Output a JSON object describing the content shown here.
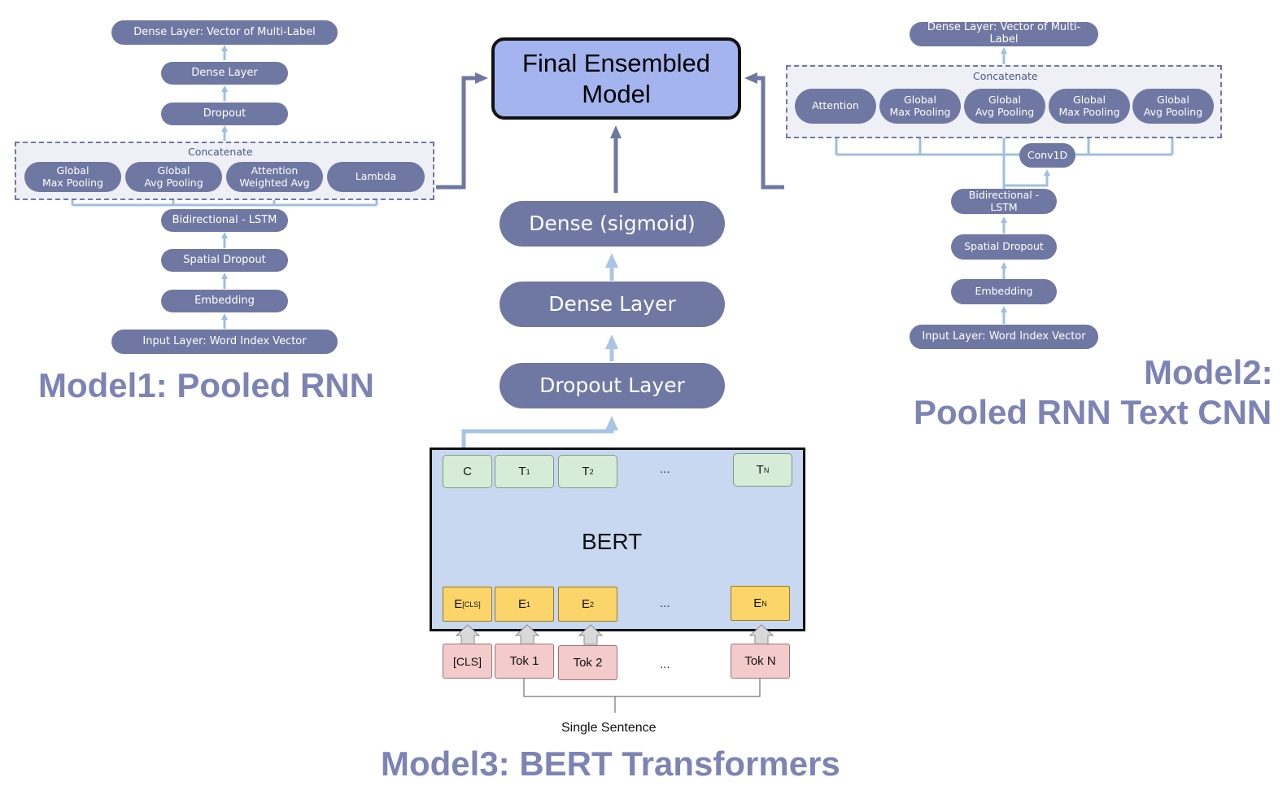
{
  "final": {
    "line1": "Final Ensembled",
    "line2": "Model"
  },
  "model1": {
    "title": "Model1: Pooled RNN",
    "dense_multilabel": "Dense Layer: Vector of Multi-Label",
    "dense": "Dense Layer",
    "dropout": "Dropout",
    "concatenate": "Concatenate",
    "pool_1": "Global\nMax Pooling",
    "pool_2": "Global\nAvg Pooling",
    "pool_3": "Attention\nWeighted Avg",
    "pool_4": "Lambda",
    "bilstm": "Bidirectional - LSTM",
    "spatial_dropout": "Spatial Dropout",
    "embedding": "Embedding",
    "input": "Input Layer: Word Index Vector"
  },
  "model2": {
    "title_line1": "Model2:",
    "title_line2": "Pooled RNN Text CNN",
    "dense_multilabel": "Dense Layer: Vector of Multi-Label",
    "concatenate": "Concatenate",
    "pool_1": "Attention",
    "pool_2": "Global\nMax Pooling",
    "pool_3": "Global\nAvg Pooling",
    "pool_4": "Global\nMax Pooling",
    "pool_5": "Global\nAvg Pooling",
    "conv1d": "Conv1D",
    "bilstm": "Bidirectional - LSTM",
    "spatial_dropout": "Spatial Dropout",
    "embedding": "Embedding",
    "input": "Input Layer: Word Index Vector"
  },
  "model3": {
    "title": "Model3: BERT Transformers",
    "dense_sigmoid": "Dense (sigmoid)",
    "dense": "Dense Layer",
    "dropout": "Dropout Layer",
    "bert": "BERT",
    "single_sentence": "Single Sentence",
    "ellipsis": "...",
    "out_c": "C",
    "out_t": "T",
    "sub_1": "1",
    "sub_2": "2",
    "sub_n": "N",
    "emb_e": "E",
    "sub_cls": "[CLS]",
    "tok_cls": "[CLS]",
    "tok_1": "Tok 1",
    "tok_2": "Tok 2",
    "tok_n": "Tok N"
  },
  "colors": {
    "pill": "#6f78a3",
    "arrow": "#9fbfe0",
    "title": "#7c84b4",
    "final_fill": "#a4b4ee",
    "bert_fill": "#c8d8f0"
  }
}
